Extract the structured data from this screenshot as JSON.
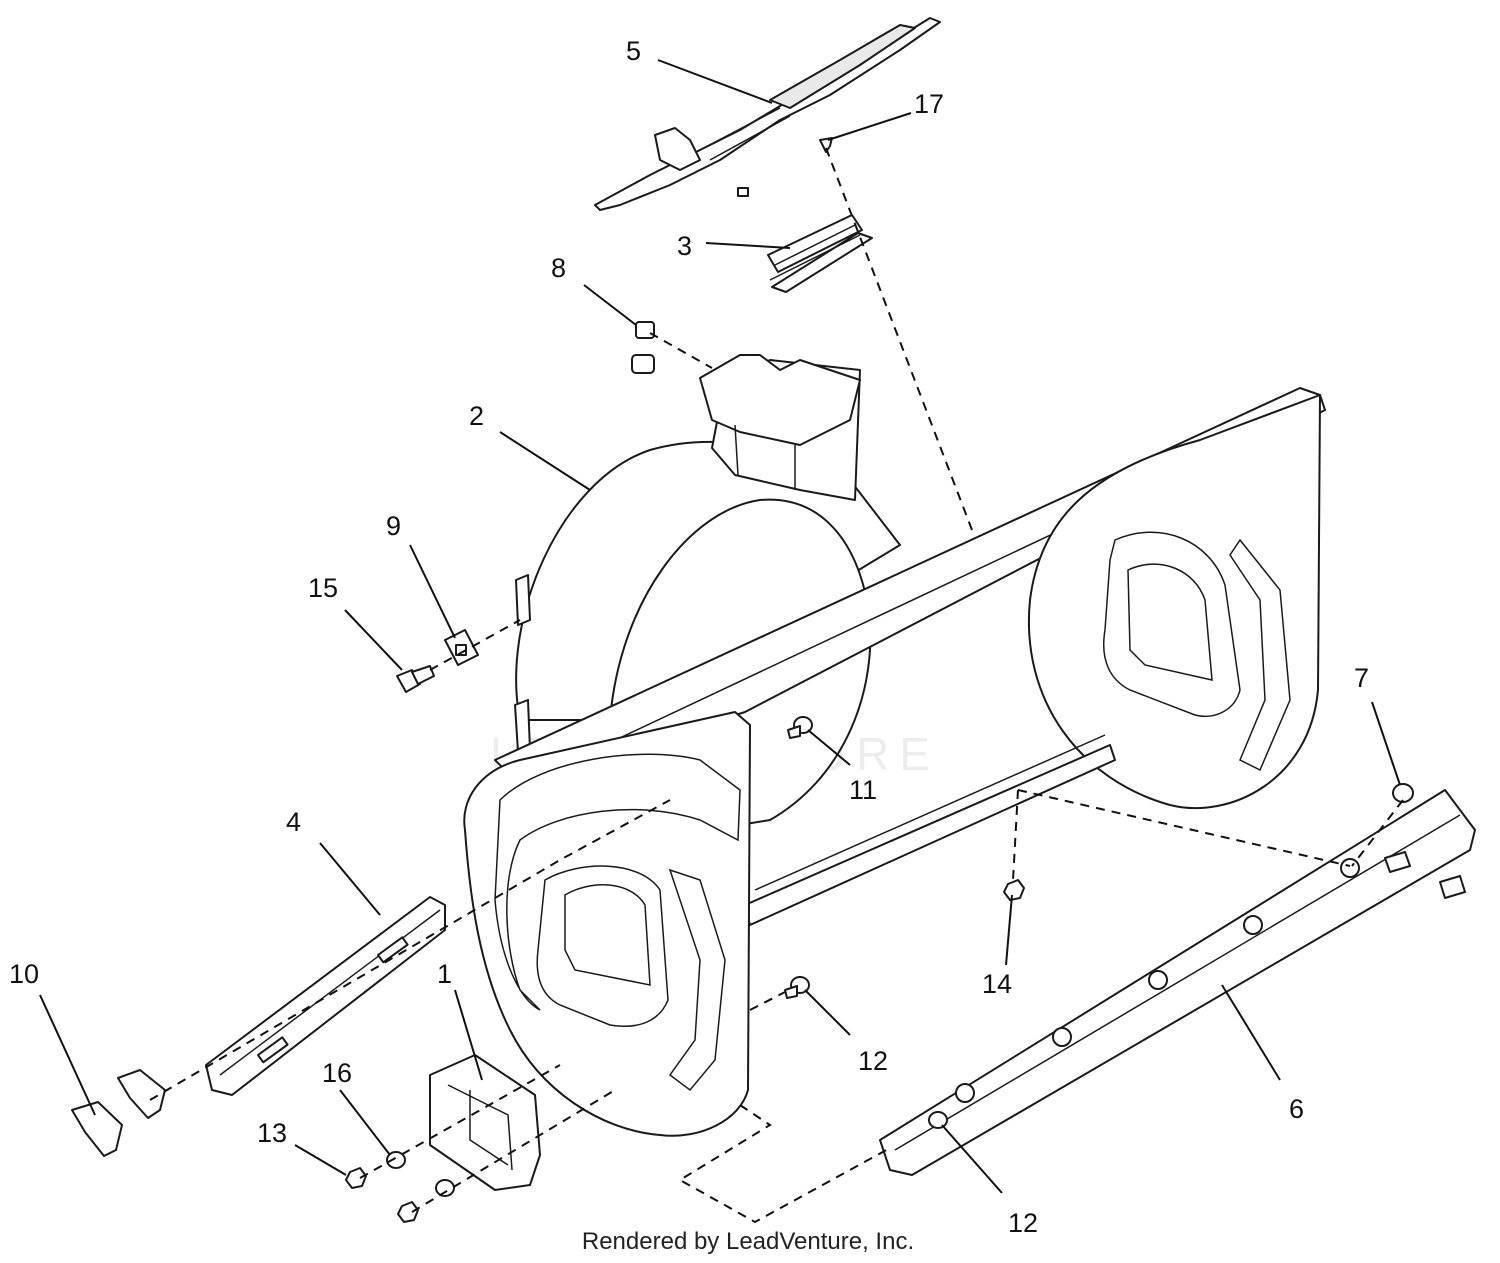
{
  "callouts": [
    {
      "id": "c1",
      "text": "1"
    },
    {
      "id": "c2",
      "text": "2"
    },
    {
      "id": "c3",
      "text": "3"
    },
    {
      "id": "c4",
      "text": "4"
    },
    {
      "id": "c5",
      "text": "5"
    },
    {
      "id": "c6",
      "text": "6"
    },
    {
      "id": "c7",
      "text": "7"
    },
    {
      "id": "c8",
      "text": "8"
    },
    {
      "id": "c9",
      "text": "9"
    },
    {
      "id": "c10",
      "text": "10"
    },
    {
      "id": "c11",
      "text": "11"
    },
    {
      "id": "c12a",
      "text": "12"
    },
    {
      "id": "c12b",
      "text": "12"
    },
    {
      "id": "c13",
      "text": "13"
    },
    {
      "id": "c14",
      "text": "14"
    },
    {
      "id": "c15",
      "text": "15"
    },
    {
      "id": "c16",
      "text": "16"
    },
    {
      "id": "c17",
      "text": "17"
    }
  ],
  "watermark": "LEADVENTURE",
  "footer": "Rendered by LeadVenture, Inc."
}
